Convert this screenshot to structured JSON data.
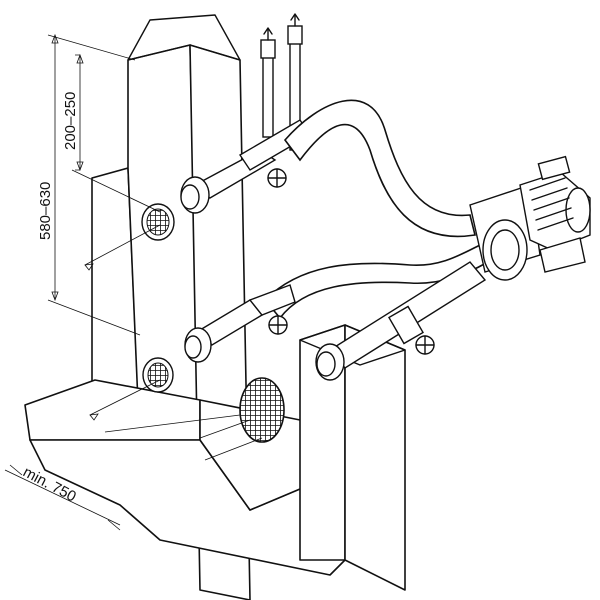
{
  "dimensions": {
    "total_height": "580–630",
    "upper_height": "200–250",
    "min_width": "min. 750"
  },
  "colors": {
    "line": "#111111",
    "background": "#ffffff"
  }
}
